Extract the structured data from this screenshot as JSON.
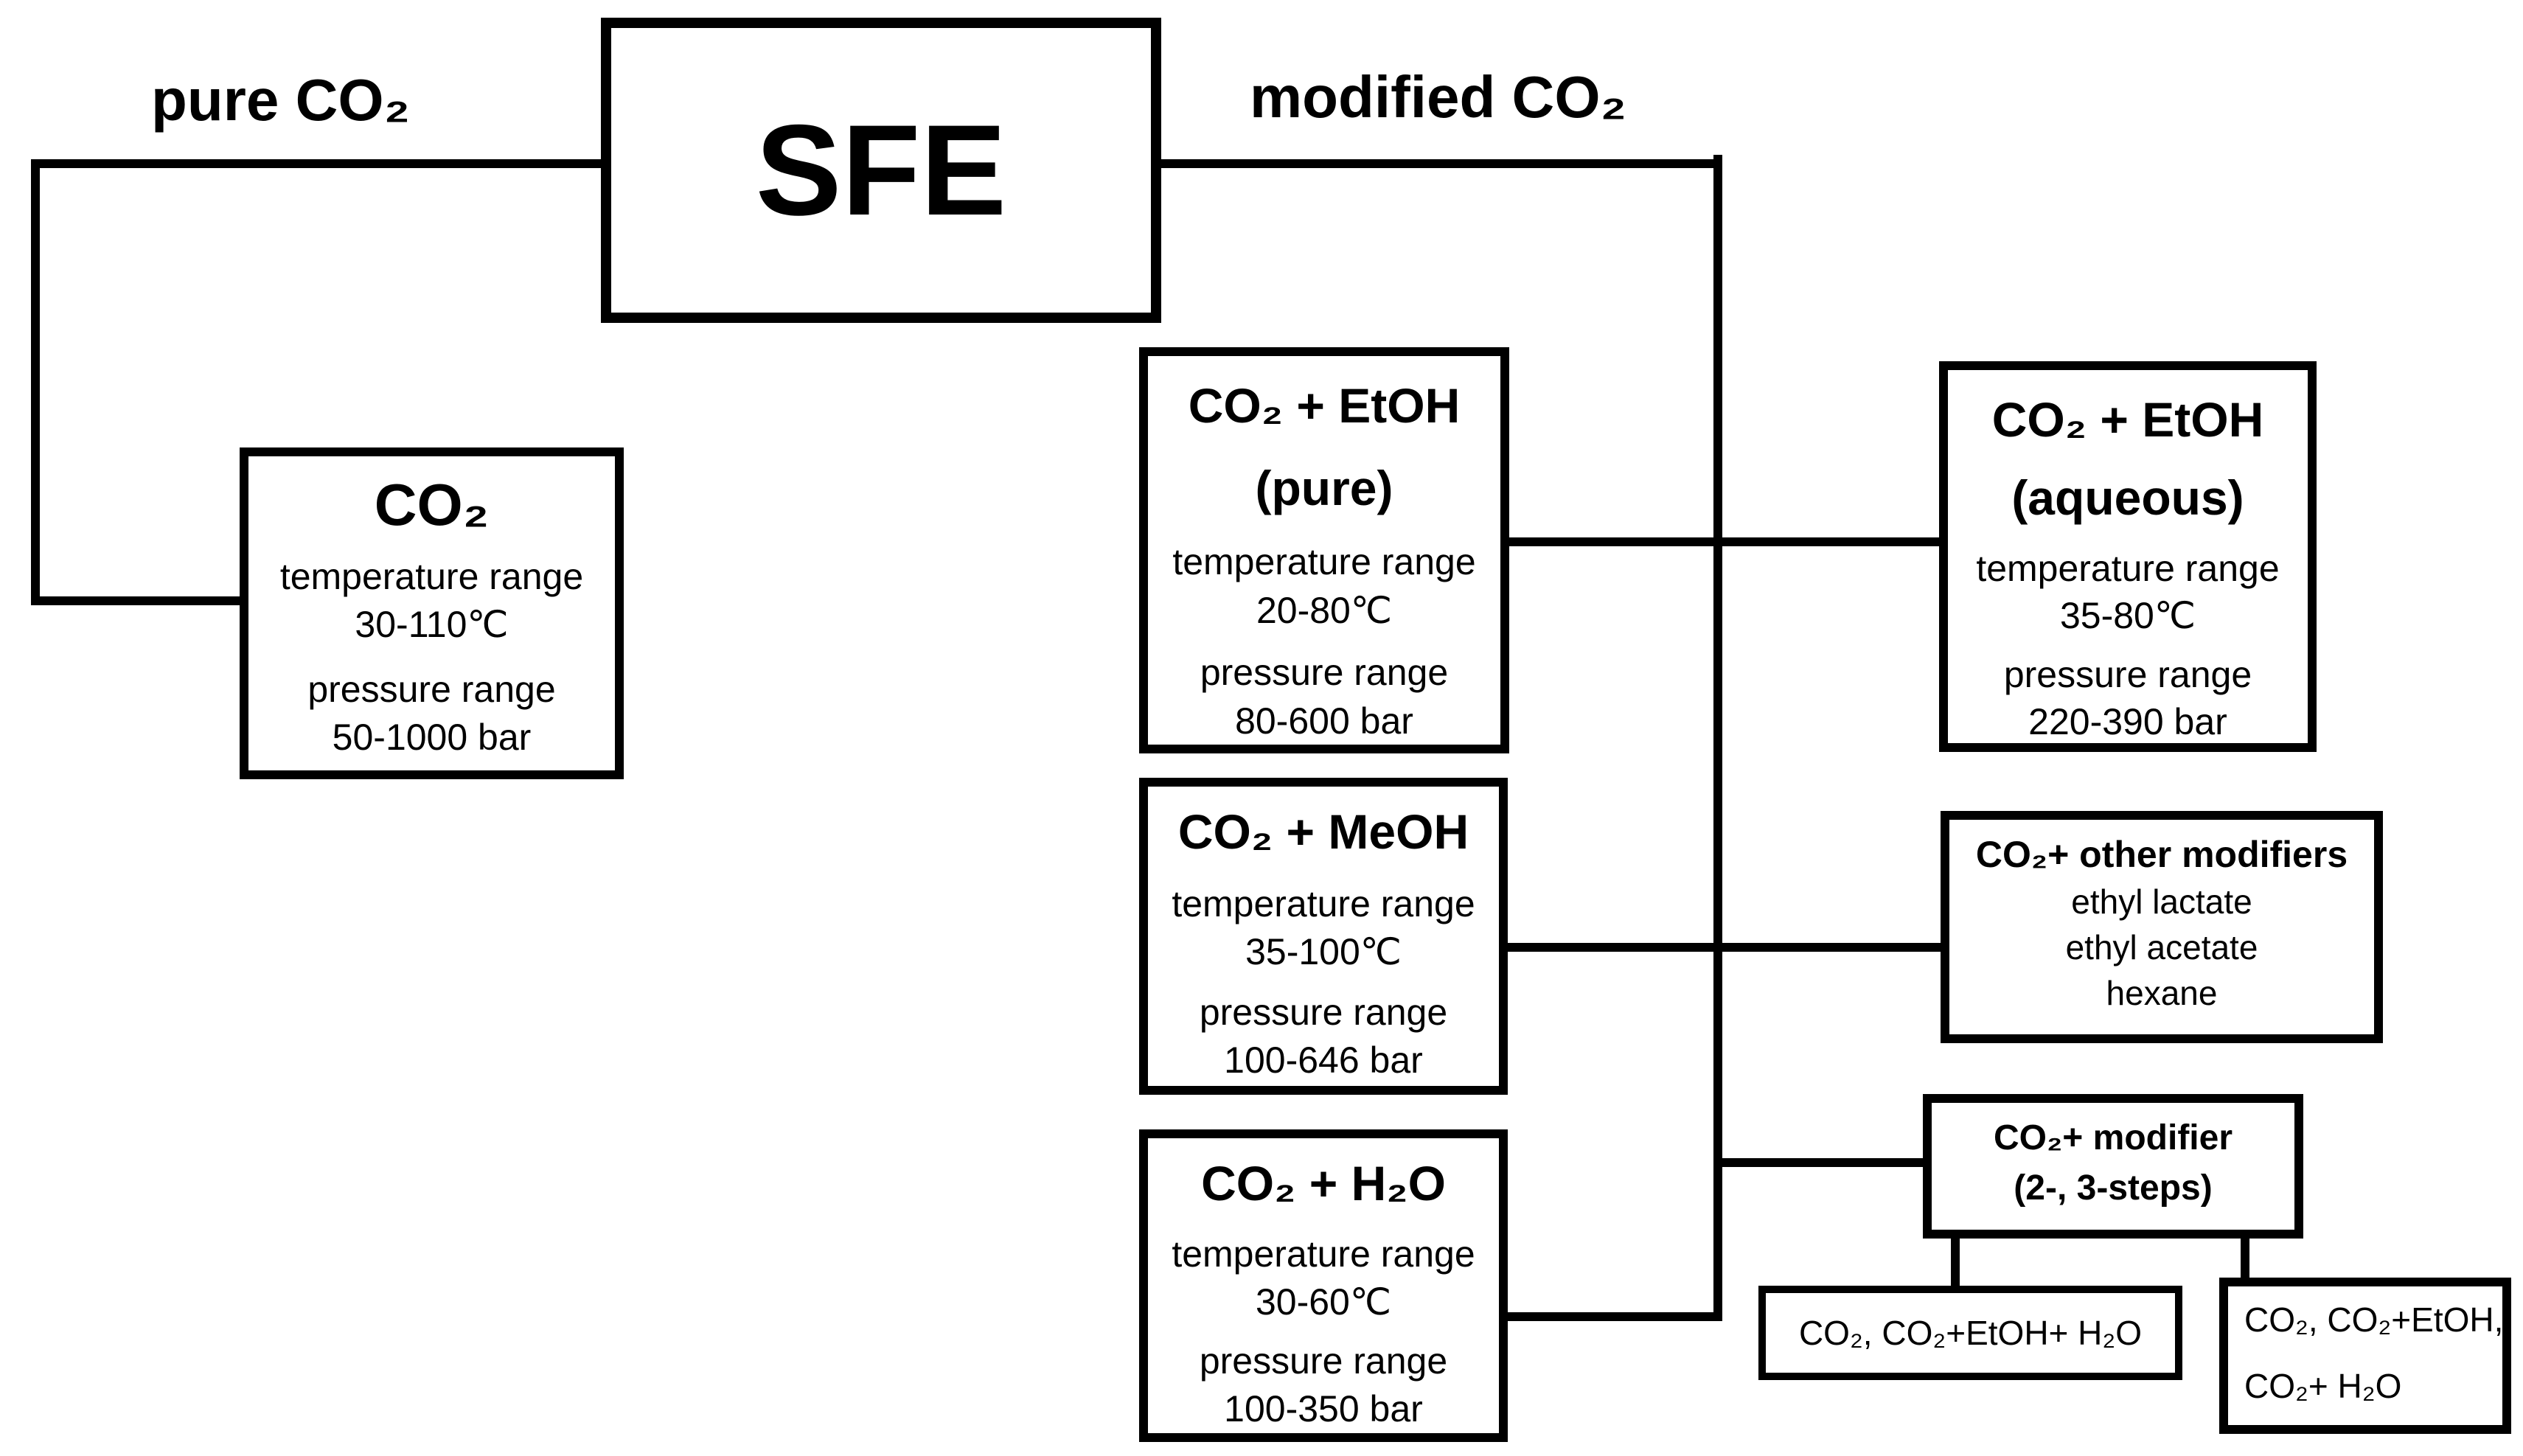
{
  "figure": {
    "root_label": "SFE",
    "branches": {
      "left_label": "pure CO₂",
      "right_label": "modified CO₂"
    },
    "boxes": {
      "pure_co2": {
        "title": "CO₂",
        "temp_label": "temperature range",
        "temp_value": "30-110℃",
        "pressure_label": "pressure range",
        "pressure_value": "50-1000 bar"
      },
      "co2_etoh_pure": {
        "title": "CO₂ + EtOH",
        "subtitle": "(pure)",
        "temp_label": "temperature range",
        "temp_value": "20-80℃",
        "pressure_label": "pressure range",
        "pressure_value": "80-600 bar"
      },
      "co2_meoh": {
        "title": "CO₂ + MeOH",
        "temp_label": "temperature range",
        "temp_value": "35-100℃",
        "pressure_label": "pressure range",
        "pressure_value": "100-646 bar"
      },
      "co2_h2o": {
        "title": "CO₂ + H₂O",
        "temp_label": "temperature range",
        "temp_value": "30-60℃",
        "pressure_label": "pressure range",
        "pressure_value": "100-350 bar"
      },
      "co2_etoh_aqueous": {
        "title": "CO₂ + EtOH",
        "subtitle": "(aqueous)",
        "temp_label": "temperature range",
        "temp_value": "35-80℃",
        "pressure_label": "pressure range",
        "pressure_value": "220-390 bar"
      },
      "co2_other_modifiers": {
        "title": "CO₂+ other modifiers",
        "items": [
          "ethyl lactate",
          "ethyl acetate",
          "hexane"
        ]
      },
      "co2_modifier_steps": {
        "title": "CO₂+ modifier",
        "subtitle": "(2-, 3-steps)"
      },
      "steps_variant_left": {
        "text": "CO₂, CO₂+EtOH+ H₂O"
      },
      "steps_variant_right": {
        "line1": "CO₂, CO₂+EtOH,",
        "line2": "CO₂+ H₂O"
      }
    },
    "colors": {
      "line": "#000000",
      "background": "#ffffff",
      "text": "#000000"
    }
  }
}
